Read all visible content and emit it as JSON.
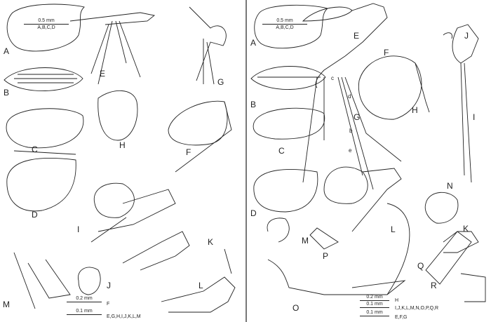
{
  "figure": {
    "panels": [
      {
        "id": "left",
        "figure_labels": [
          "A",
          "B",
          "C",
          "D",
          "E",
          "F",
          "G",
          "H",
          "I",
          "J",
          "K",
          "L",
          "M"
        ],
        "scale_bars": [
          {
            "length": "0.5 mm",
            "applies_to": "A,B,C,D"
          },
          {
            "length": "0.2 mm",
            "applies_to": "F"
          },
          {
            "length": "0.1 mm",
            "applies_to": "E,G,H,I,J,K,L,M"
          }
        ]
      },
      {
        "id": "right",
        "figure_labels": [
          "A",
          "B",
          "C",
          "D",
          "E",
          "F",
          "G",
          "H",
          "I",
          "J",
          "K",
          "L",
          "M",
          "N",
          "O",
          "P",
          "Q",
          "R"
        ],
        "setae_labels": [
          "b",
          "c",
          "d",
          "e"
        ],
        "scale_bars": [
          {
            "length": "0.5 mm",
            "applies_to": "A,B,C,D"
          },
          {
            "length": "0.2 mm",
            "applies_to": "H"
          },
          {
            "length": "0.1 mm",
            "applies_to": "I,J,K,L,M,N,O,P,Q,R"
          },
          {
            "length": "0.1 mm",
            "applies_to": "E,F,G"
          }
        ]
      }
    ]
  }
}
